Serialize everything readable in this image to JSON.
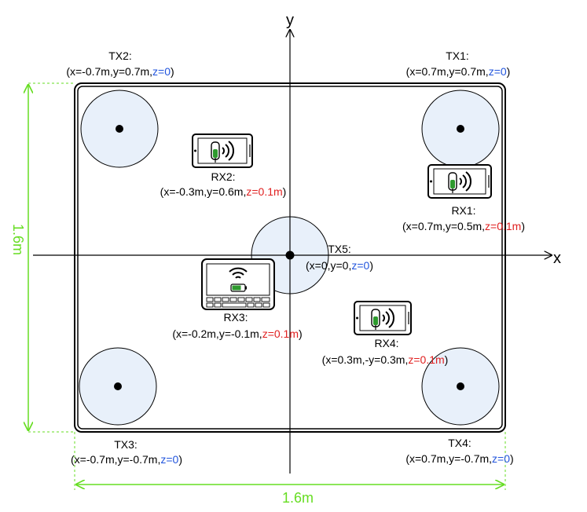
{
  "colors": {
    "dimension": "#66dd22",
    "z_zero": "#2255dd",
    "z_height": "#e02020",
    "coil_fill": "#e8f0fa",
    "charge_green": "#2e9a2e"
  },
  "axes": {
    "x_label": "x",
    "y_label": "y"
  },
  "dimensions": {
    "width": "1.6m",
    "height": "1.6m"
  },
  "transmitters": [
    {
      "name": "TX1:",
      "coords": "(x=0.7m,y=0.7m,",
      "z": "z=0",
      "close": ")"
    },
    {
      "name": "TX2:",
      "coords": "(x=-0.7m,y=0.7m,",
      "z": "z=0",
      "close": ")"
    },
    {
      "name": "TX3:",
      "coords": "(x=-0.7m,y=-0.7m,",
      "z": "z=0",
      "close": ")"
    },
    {
      "name": "TX4:",
      "coords": "(x=0.7m,y=-0.7m,",
      "z": "z=0",
      "close": ")"
    },
    {
      "name": "TX5:",
      "coords": "(x=0,y=0,",
      "z": "z=0",
      "close": ")"
    }
  ],
  "receivers": [
    {
      "name": "RX1:",
      "coords": "(x=0.7m,y=0.5m,",
      "z": "z=0.1m",
      "close": ")",
      "device": "phone"
    },
    {
      "name": "RX2:",
      "coords": "(x=-0.3m,y=0.6m,",
      "z": "z=0.1m",
      "close": ")",
      "device": "phone"
    },
    {
      "name": "RX3:",
      "coords": "(x=-0.2m,y=-0.1m,",
      "z": "z=0.1m",
      "close": ")",
      "device": "laptop"
    },
    {
      "name": "RX4:",
      "coords": "(x=0.3m,-y=0.3m,",
      "z": "z=0.1m",
      "close": ")",
      "device": "phone"
    }
  ]
}
